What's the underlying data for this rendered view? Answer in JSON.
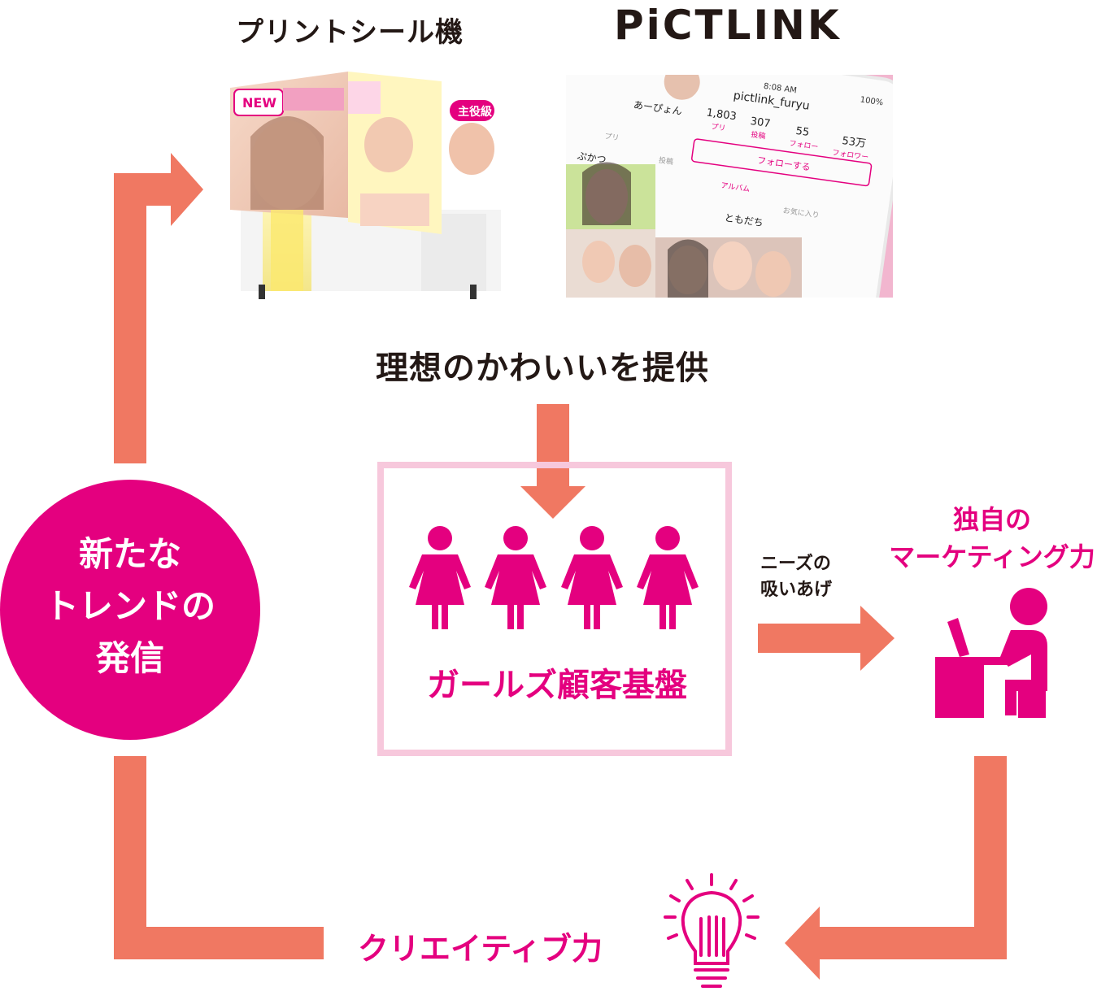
{
  "header": {
    "machine_label": "プリントシール機",
    "app_logo": "PiCTLINK"
  },
  "machine_photo": {
    "sign_text": "NEW",
    "side_text": "主役級"
  },
  "app_photo": {
    "status_time": "8:08 AM",
    "battery": "100%",
    "username": "pictlink_furyu",
    "display_name": "あーぴょん",
    "stats": [
      {
        "value": "1,803",
        "label": "プリ"
      },
      {
        "value": "307",
        "label": "投稿"
      },
      {
        "value": "55",
        "label": "フォロー"
      },
      {
        "value": "53万",
        "label": "フォロワー"
      }
    ],
    "follow_button": "フォローする",
    "tabs": [
      "プリ",
      "投稿",
      "アルバム",
      "お気に入り"
    ],
    "sections": [
      "ぷかつ",
      "ともだち"
    ]
  },
  "center": {
    "provide_label": "理想のかわいいを提供",
    "customer_base_label": "ガールズ顧客基盤"
  },
  "left_circle": {
    "lines": [
      "新たな",
      "トレンドの",
      "発信"
    ]
  },
  "right": {
    "needs_lines": [
      "ニーズの",
      "吸いあげ"
    ],
    "marketing_lines": [
      "独自の",
      "マーケティング力"
    ]
  },
  "bottom": {
    "creative_label": "クリエイティブ力"
  },
  "icons": [
    "woman-icon",
    "desk-worker-icon",
    "lightbulb-icon",
    "arrow-icon"
  ],
  "colors": {
    "arrow": "#f07862",
    "accent_pink": "#e4007f",
    "box_border": "#f7c8dc",
    "text_dark": "#231815"
  }
}
